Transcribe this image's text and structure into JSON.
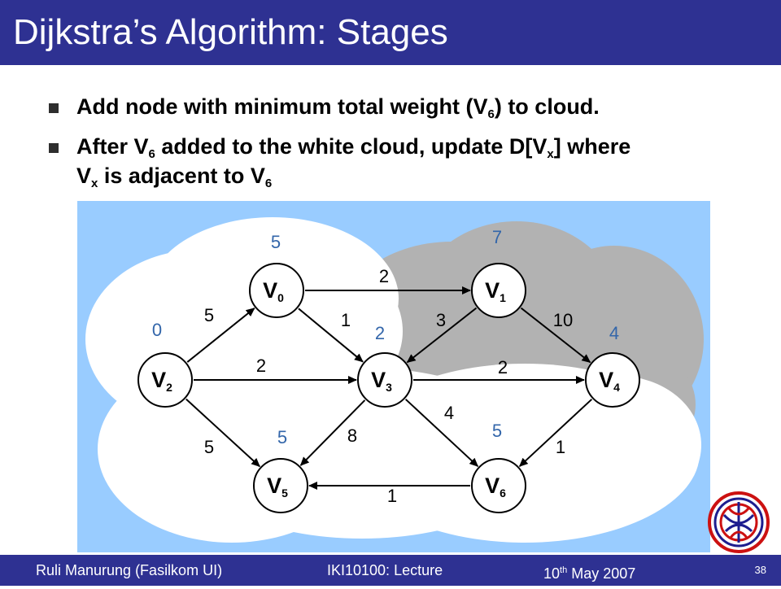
{
  "slide": {
    "title": "Dijkstra’s Algorithm: Stages",
    "bullets": [
      {
        "parts": [
          "Add node with minimum total weight (V",
          "6",
          ") to cloud."
        ]
      },
      {
        "line1": [
          "After V",
          "6",
          " added to the white cloud, update D[V",
          "x",
          "] where"
        ],
        "line2": [
          "V",
          "x",
          " is adjacent to V",
          "6"
        ]
      }
    ]
  },
  "graph": {
    "nodes": [
      {
        "id": "V0",
        "base": "V",
        "sub": "0",
        "distance": "5"
      },
      {
        "id": "V1",
        "base": "V",
        "sub": "1",
        "distance": "7"
      },
      {
        "id": "V2",
        "base": "V",
        "sub": "2",
        "distance": "0"
      },
      {
        "id": "V3",
        "base": "V",
        "sub": "3",
        "distance": "2"
      },
      {
        "id": "V4",
        "base": "V",
        "sub": "4",
        "distance": "4"
      },
      {
        "id": "V5",
        "base": "V",
        "sub": "5",
        "distance": "5"
      },
      {
        "id": "V6",
        "base": "V",
        "sub": "6",
        "distance": "5"
      }
    ],
    "edges": [
      {
        "from": "V0",
        "to": "V1",
        "weight": "2"
      },
      {
        "from": "V0",
        "to": "V3",
        "weight": "1"
      },
      {
        "from": "V1",
        "to": "V3",
        "weight": "3"
      },
      {
        "from": "V1",
        "to": "V4",
        "weight": "10"
      },
      {
        "from": "V2",
        "to": "V0",
        "weight": "5"
      },
      {
        "from": "V2",
        "to": "V3",
        "weight": "2"
      },
      {
        "from": "V2",
        "to": "V5",
        "weight": "5"
      },
      {
        "from": "V3",
        "to": "V4",
        "weight": "2"
      },
      {
        "from": "V3",
        "to": "V6",
        "weight": "4"
      },
      {
        "from": "V3",
        "to": "V5",
        "weight": "8"
      },
      {
        "from": "V4",
        "to": "V6",
        "weight": "1"
      },
      {
        "from": "V6",
        "to": "V5",
        "weight": "1"
      }
    ],
    "colors": {
      "background": "#99ccff",
      "gray_cloud": "#b2b2b2",
      "white_cloud": "#ffffff",
      "distance_label": "#3366aa",
      "edge": "#000000"
    }
  },
  "footer": {
    "author": "Ruli Manurung (Fasilkom UI)",
    "course": "IKI10100: Lecture",
    "date_day": "10",
    "date_suffix": "th",
    "date_rest": " May 2007",
    "page": "38"
  },
  "colors": {
    "title_bar": "#2e3192",
    "footer_bar": "#2e3192",
    "logo_red": "#cc1111",
    "logo_blue": "#1d1d8f"
  }
}
